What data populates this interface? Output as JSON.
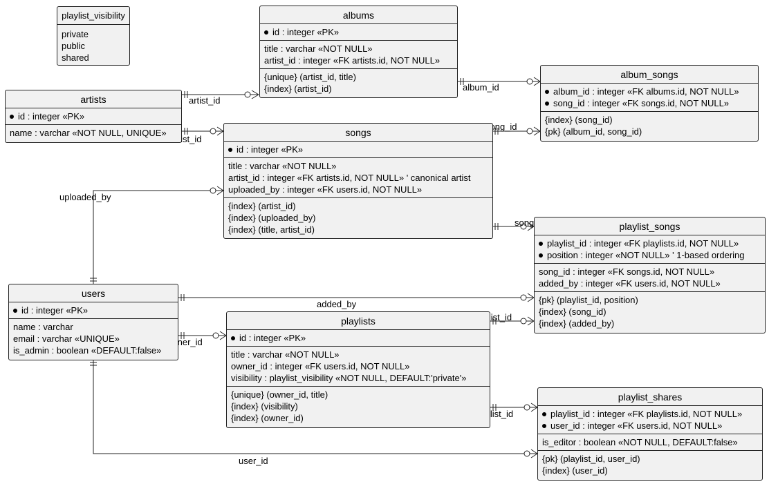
{
  "entities": {
    "playlist_visibility": {
      "name": "playlist_visibility",
      "values": [
        "private",
        "public",
        "shared"
      ]
    },
    "albums": {
      "name": "albums",
      "pk": [
        "id : integer «PK»"
      ],
      "fields": [
        "title : varchar «NOT NULL»",
        "artist_id : integer «FK artists.id, NOT NULL»"
      ],
      "indexes": [
        "{unique} (artist_id, title)",
        "{index} (artist_id)"
      ]
    },
    "artists": {
      "name": "artists",
      "pk": [
        "id : integer «PK»"
      ],
      "fields": [
        "name : varchar «NOT NULL, UNIQUE»"
      ]
    },
    "album_songs": {
      "name": "album_songs",
      "pk": [
        "album_id : integer «FK albums.id, NOT NULL»",
        "song_id : integer «FK songs.id, NOT NULL»"
      ],
      "indexes": [
        "{index} (song_id)",
        "{pk} (album_id, song_id)"
      ]
    },
    "songs": {
      "name": "songs",
      "pk": [
        "id : integer «PK»"
      ],
      "fields": [
        "title : varchar «NOT NULL»",
        "artist_id : integer «FK artists.id, NOT NULL» ' canonical artist",
        "uploaded_by : integer «FK users.id, NOT NULL»"
      ],
      "indexes": [
        "{index} (artist_id)",
        "{index} (uploaded_by)",
        "{index} (title, artist_id)"
      ]
    },
    "playlist_songs": {
      "name": "playlist_songs",
      "pk": [
        "playlist_id : integer «FK playlists.id, NOT NULL»",
        "position : integer «NOT NULL» ' 1-based ordering"
      ],
      "fields": [
        "song_id : integer «FK songs.id, NOT NULL»",
        "added_by : integer «FK users.id, NOT NULL»"
      ],
      "indexes": [
        "{pk} (playlist_id, position)",
        "{index} (song_id)",
        "{index} (added_by)"
      ]
    },
    "users": {
      "name": "users",
      "pk": [
        "id : integer «PK»"
      ],
      "fields": [
        "name : varchar",
        "email : varchar «UNIQUE»",
        "is_admin : boolean «DEFAULT:false»"
      ]
    },
    "playlists": {
      "name": "playlists",
      "pk": [
        "id : integer «PK»"
      ],
      "fields": [
        "title : varchar «NOT NULL»",
        "owner_id : integer «FK users.id, NOT NULL»",
        "visibility : playlist_visibility «NOT NULL, DEFAULT:'private'»"
      ],
      "indexes": [
        "{unique} (owner_id, title)",
        "{index} (visibility)",
        "{index} (owner_id)"
      ]
    },
    "playlist_shares": {
      "name": "playlist_shares",
      "pk": [
        "playlist_id : integer «FK playlists.id, NOT NULL»",
        "user_id : integer «FK users.id, NOT NULL»"
      ],
      "fields": [
        "is_editor : boolean «NOT NULL, DEFAULT:false»"
      ],
      "indexes": [
        "{pk} (playlist_id, user_id)",
        "{index} (user_id)"
      ]
    }
  },
  "relations": {
    "artists_albums": "artist_id",
    "artists_songs": "artist_id",
    "albums_album_songs": "album_id",
    "songs_album_songs": "song_id",
    "users_songs": "uploaded_by",
    "songs_playlist_songs": "song_id",
    "users_playlist_songs": "added_by",
    "playlists_playlist_songs": "playlist_id",
    "users_playlists": "owner_id",
    "playlists_playlist_shares": "playlist_id",
    "users_playlist_shares": "user_id"
  }
}
